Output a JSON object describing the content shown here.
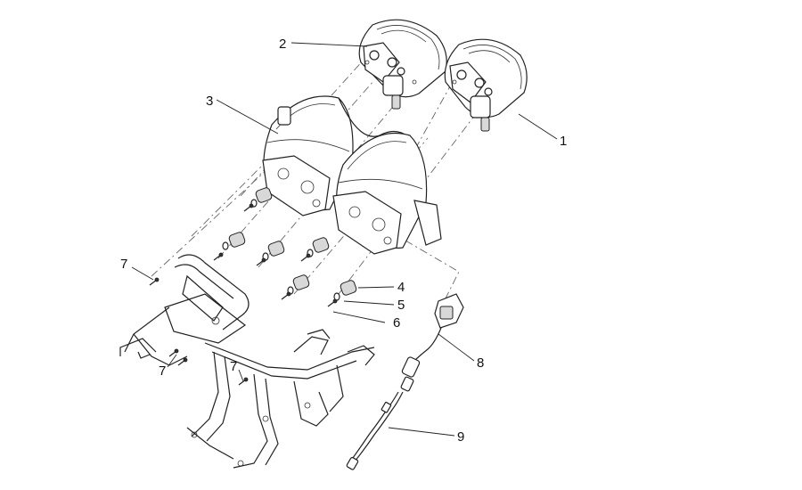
{
  "callouts": {
    "c1": "1",
    "c2": "2",
    "c3": "3",
    "c4": "4",
    "c5": "5",
    "c6": "6",
    "c7a": "7",
    "c7b": "7",
    "c7c": "7",
    "c8": "8",
    "c9": "9"
  }
}
